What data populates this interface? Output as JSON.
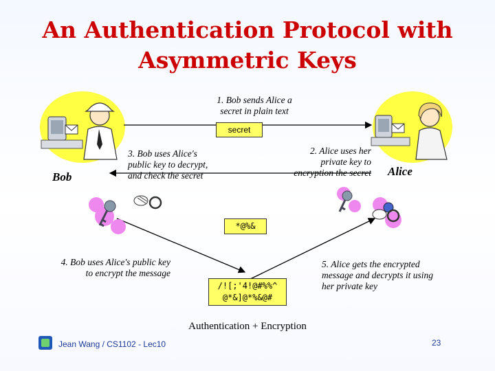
{
  "title_line1": "An Authentication Protocol with",
  "title_line2": "Asymmetric Keys",
  "step1": {
    "line1": "1. Bob sends Alice a",
    "line2": "secret in plain text"
  },
  "secret_box": "secret",
  "step2": {
    "line1": "2. Alice uses her",
    "line2": "private key to",
    "line3": "encryption the secret"
  },
  "step3": {
    "line1": "3. Bob uses Alice's",
    "line2": "public key to decrypt,",
    "line3": "and check the secret"
  },
  "step4": {
    "line1": "4. Bob uses Alice's public key",
    "line2": "to encrypt the message"
  },
  "step5": {
    "line1": "5. Alice gets the encrypted",
    "line2": "message and decrypts it using",
    "line3": "her private key"
  },
  "cipher1": "*@%&",
  "cipher2": {
    "line1": "/![;'4!@#%%^",
    "line2": "@*&]@*%&@#"
  },
  "bob_label": "Bob",
  "alice_label": "Alice",
  "bottom_label": "Authentication + Encryption",
  "footer": {
    "author": "Jean Wang / CS1102 - Lec10",
    "page": "23"
  },
  "colors": {
    "title": "#cc0000",
    "box_fill": "#ffff66",
    "glow": "#ffff44",
    "blob": "#ee88ee",
    "key": "#8899aa"
  }
}
